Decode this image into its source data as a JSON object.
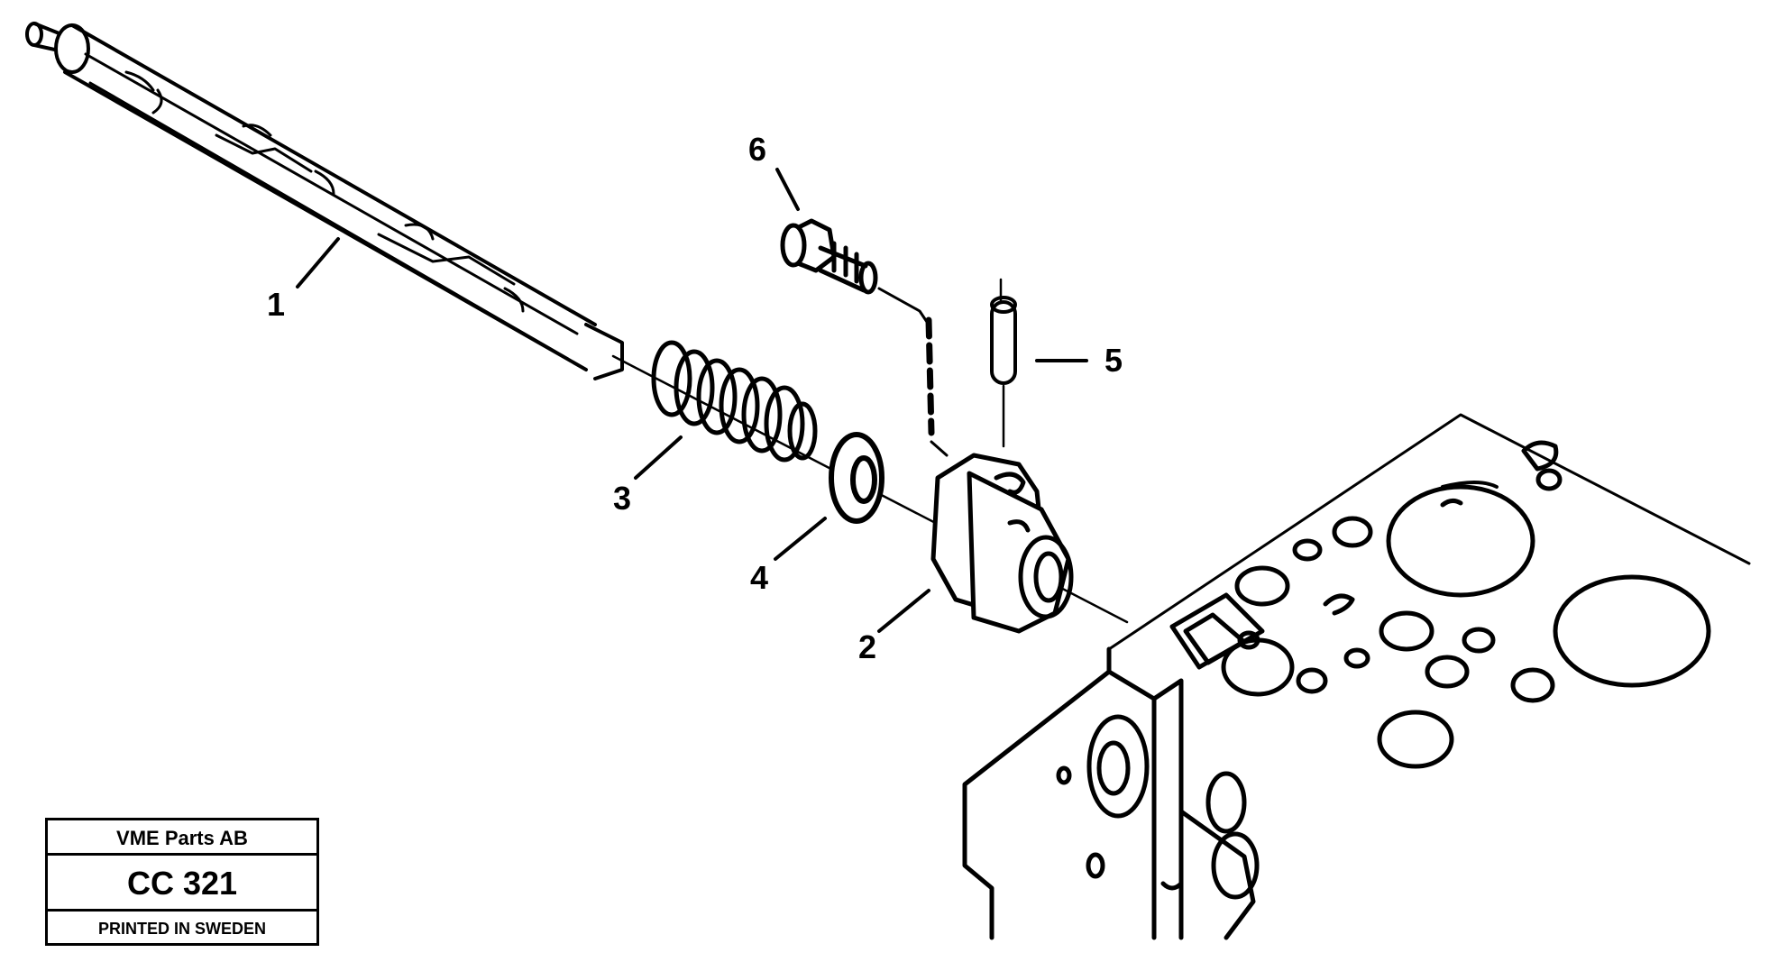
{
  "diagram": {
    "callouts": [
      {
        "id": "1",
        "label": "1"
      },
      {
        "id": "2",
        "label": "2"
      },
      {
        "id": "3",
        "label": "3"
      },
      {
        "id": "4",
        "label": "4"
      },
      {
        "id": "5",
        "label": "5"
      },
      {
        "id": "6",
        "label": "6"
      }
    ]
  },
  "title_block": {
    "company": "VME Parts AB",
    "code": "CC 321",
    "printed": "PRINTED IN SWEDEN"
  }
}
